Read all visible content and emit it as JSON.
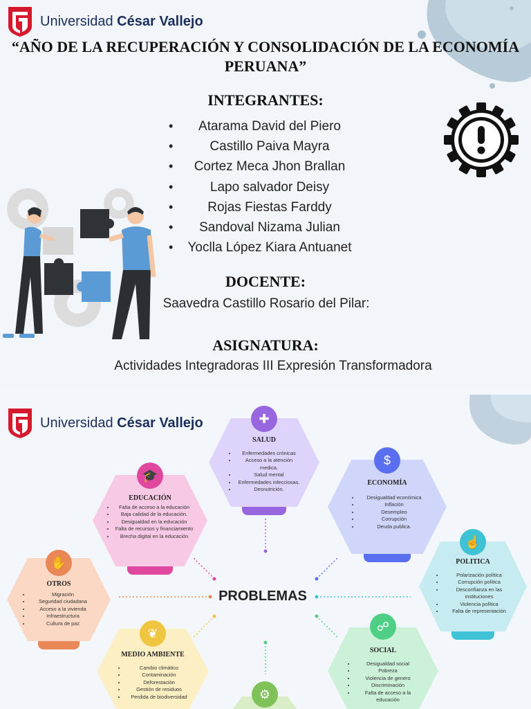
{
  "brand": {
    "name_regular": "Universidad ",
    "name_bold": "César Vallejo",
    "red": "#d7192d",
    "navy": "#1b2d5b"
  },
  "cover": {
    "title_line1": "“AÑO DE LA RECUPERACIÓN Y CONSOLIDACIÓN DE LA ECONOMÍA",
    "title_line2": "PERUANA”",
    "members_heading": "INTEGRANTES:",
    "members": [
      "Atarama David del Piero",
      "Castillo Paiva Mayra",
      "Cortez Meca Jhon Brallan",
      "Lapo salvador Deisy",
      "Rojas Fiestas Farddy",
      "Sandoval Nizama Julian",
      "Yoclla López Kiara Antuanet"
    ],
    "teacher_heading": "DOCENTE:",
    "teacher": "Saavedra Castillo Rosario del Pilar:",
    "course_heading": "ASIGNATURA:",
    "course": "Actividades Integradoras III Expresión Transformadora",
    "icons": [
      "gear-exclamation-icon",
      "teamwork-puzzle-illustration"
    ]
  },
  "infographic": {
    "center": "PROBLEMAS",
    "categories": [
      {
        "title": "SALUD",
        "icon": "medical-kit-icon",
        "color": "#ddd3fb",
        "accent": "#9867e0",
        "items": [
          "Enfermedades crónicas",
          "Acceso a la atención medica.",
          "Salud mental",
          "Enfermedades infecciosas.",
          "Desnutrición."
        ]
      },
      {
        "title": "EDUCACIÓN",
        "icon": "graduation-cap-icon",
        "color": "#f7c9e4",
        "accent": "#e0479f",
        "items": [
          "Falta de acceso a la educación",
          "Baja calidad de la educación.",
          "Desigualdad en la educación",
          "Falta de recursos y financiamiento",
          "Brecha digital en la educación"
        ]
      },
      {
        "title": "ECONOMÍA",
        "icon": "money-icon",
        "color": "#cfd6fa",
        "accent": "#5a6ff0",
        "items": [
          "Desigualdad económica",
          "Inflación",
          "Desempleo",
          "Corrupción",
          "Deuda publica."
        ]
      },
      {
        "title": "POLITICA",
        "icon": "politician-icon",
        "color": "#c6ecf1",
        "accent": "#3fc2d6",
        "items": [
          "Polarización política",
          "Corrupción política",
          "Desconfianza en las instituciones",
          "Violencia política",
          "Falta de representación"
        ]
      },
      {
        "title": "OTROS",
        "icon": "hand-shield-icon",
        "color": "#fbd8c4",
        "accent": "#e98856",
        "items": [
          "Migración",
          "Seguridad ciudadana",
          "Acceso a la vivienda",
          "Infraestructura",
          "Cultura de paz"
        ]
      },
      {
        "title": "MEDIO AMBIENTE",
        "icon": "plant-hand-icon",
        "color": "#fcefc4",
        "accent": "#f0c640",
        "items": [
          "Cambio climático",
          "Contaminación",
          "Deforestación",
          "Gestión de residuos",
          "Perdida de biodiversidad"
        ]
      },
      {
        "title": "SOCIAL",
        "icon": "people-network-icon",
        "color": "#ccf1d9",
        "accent": "#4fcf86",
        "items": [
          "Desigualdad social",
          "Pobreza",
          "Violencia de genero",
          "Discriminación",
          "Falta de acceso a la educación"
        ]
      }
    ],
    "bottom_icon": "handshake-gear-icon"
  }
}
